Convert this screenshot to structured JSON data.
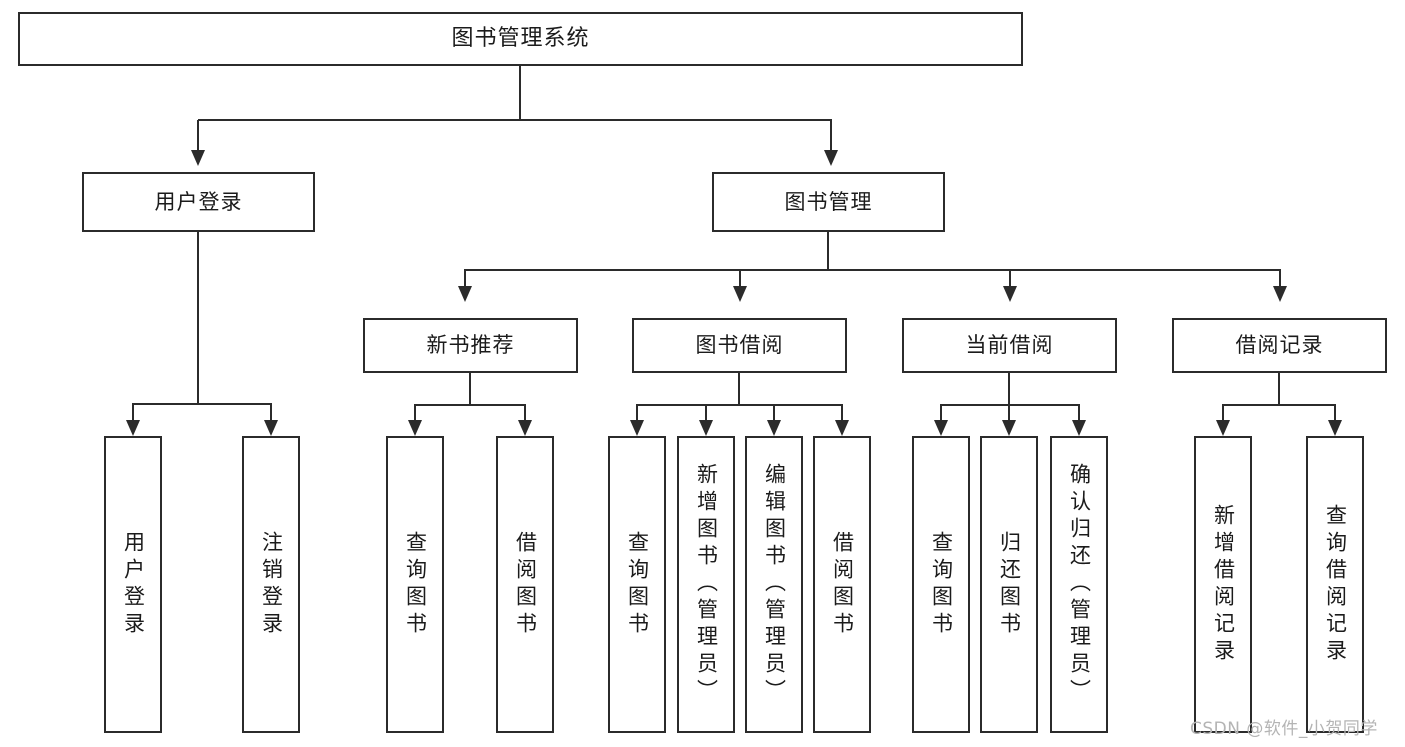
{
  "diagram": {
    "title": "图书管理系统",
    "type": "功能结构图",
    "theme": {
      "box_border": "#2b2b2b",
      "box_fill": "#ffffff",
      "text": "#1b1b1b",
      "background": "#ffffff",
      "watermark_color": "#b4b4b4"
    }
  },
  "nodes": {
    "root": {
      "label": "图书管理系统"
    },
    "level2": [
      {
        "id": "user-login",
        "label": "用户登录"
      },
      {
        "id": "book-manage",
        "label": "图书管理"
      }
    ],
    "level3": [
      {
        "id": "new-book-recommend",
        "label": "新书推荐"
      },
      {
        "id": "book-borrow",
        "label": "图书借阅"
      },
      {
        "id": "current-borrow",
        "label": "当前借阅"
      },
      {
        "id": "borrow-record",
        "label": "借阅记录"
      }
    ],
    "leaves": {
      "user-login": [
        {
          "id": "leaf-user-login",
          "label": "用户登录"
        },
        {
          "id": "leaf-user-logout",
          "label": "注销登录"
        }
      ],
      "new-book-recommend": [
        {
          "id": "leaf-query-book-1",
          "label": "查询图书"
        },
        {
          "id": "leaf-borrow-book-1",
          "label": "借阅图书"
        }
      ],
      "book-borrow": [
        {
          "id": "leaf-query-book-2",
          "label": "查询图书"
        },
        {
          "id": "leaf-add-book",
          "label": "新增图书（管理员）"
        },
        {
          "id": "leaf-edit-book",
          "label": "编辑图书（管理员）"
        },
        {
          "id": "leaf-borrow-book-2",
          "label": "借阅图书"
        }
      ],
      "current-borrow": [
        {
          "id": "leaf-query-book-3",
          "label": "查询图书"
        },
        {
          "id": "leaf-return-book",
          "label": "归还图书"
        },
        {
          "id": "leaf-confirm-return",
          "label": "确认归还（管理员）"
        }
      ],
      "borrow-record": [
        {
          "id": "leaf-add-record",
          "label": "新增借阅记录"
        },
        {
          "id": "leaf-query-record",
          "label": "查询借阅记录"
        }
      ]
    }
  },
  "watermark": {
    "text": "CSDN @软件_小贺同学"
  }
}
